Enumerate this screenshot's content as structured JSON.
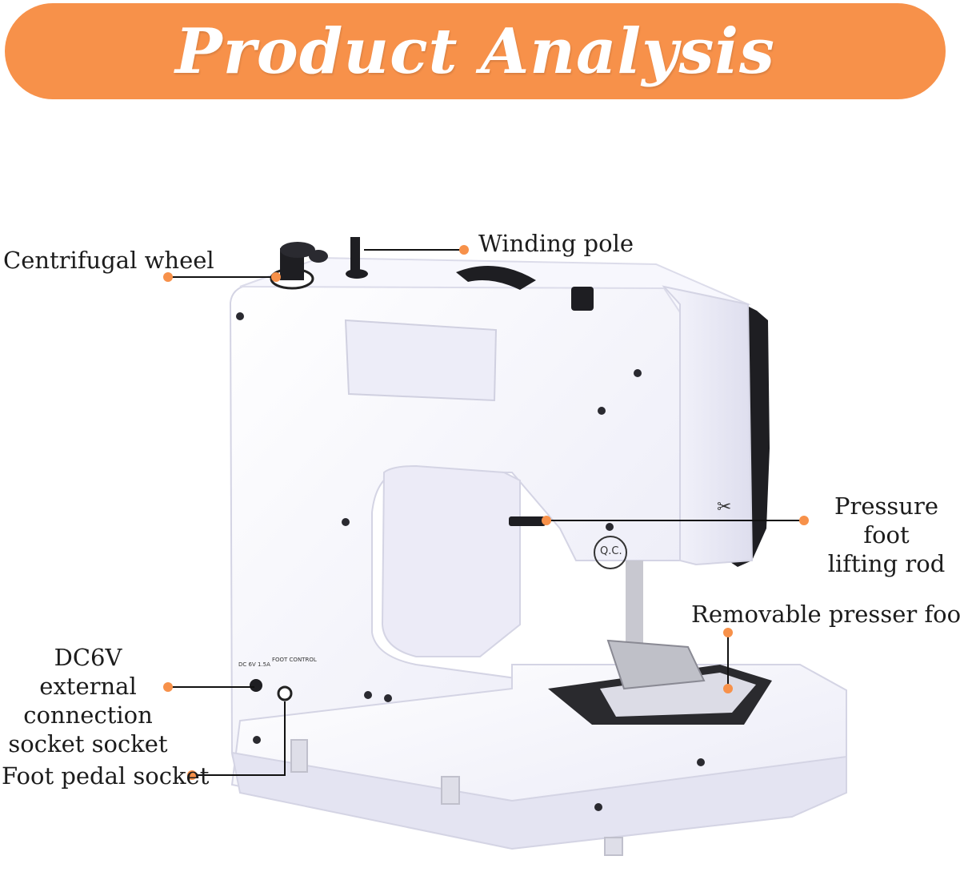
{
  "banner": {
    "title": "Product Analysis"
  },
  "colors": {
    "accent": "#f7914a",
    "leader_line": "#111111",
    "dot": "#f7914a",
    "body": "#f4f4fb",
    "dark_trim": "#222222"
  },
  "machine": {
    "qc_label": "Q.C.",
    "dc_label": "DC 6V 1.5A",
    "foot_control_label": "FOOT CONTROL"
  },
  "callouts": {
    "centrifugal_wheel": "Centrifugal wheel",
    "winding_pole": "Winding pole",
    "pressure_foot_line1": "Pressure foot",
    "pressure_foot_line2": "lifting rod",
    "removable_presser_foot": "Removable presser foot",
    "dc6v_line1": "DC6V external",
    "dc6v_line2": "connection",
    "dc6v_line3": "socket socket",
    "foot_pedal_socket": "Foot pedal socket"
  }
}
